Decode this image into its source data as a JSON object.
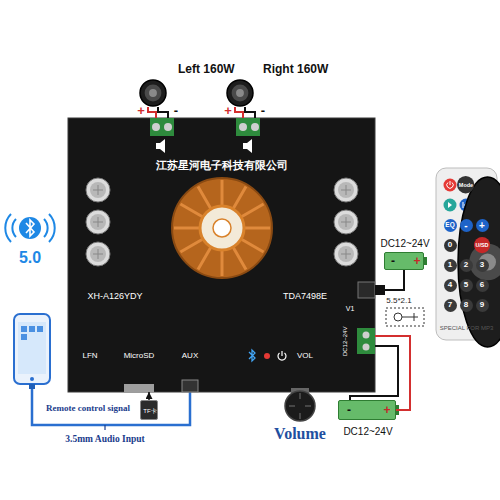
{
  "diagram": {
    "nodes": [
      {
        "text": [
          "Left 160W"
        ]
      },
      {
        "text": [
          "Right 160W"
        ]
      },
      {
        "text": [
          "江苏星河电子科技有限公司",
          "XH-A126YDY",
          "TDA7498E",
          "V1",
          "DC12~24V",
          "LFN",
          "MicroSD",
          "AUX",
          "VOL"
        ]
      },
      {
        "text": [
          "SPECIAL FOR MP3"
        ]
      },
      {
        "text": [
          "Mode"
        ],
        "in": 3
      },
      {
        "text": [
          "EQ"
        ],
        "in": 3
      },
      {
        "text": [
          "-"
        ],
        "in": 3
      },
      {
        "text": [
          "+"
        ],
        "in": 3
      },
      {
        "text": [
          "0"
        ],
        "in": 3
      },
      {
        "text": [
          "U/SD"
        ],
        "in": 3
      },
      {
        "text": [
          "1"
        ],
        "in": 3
      },
      {
        "text": [
          "2"
        ],
        "in": 3
      },
      {
        "text": [
          "3"
        ],
        "in": 3
      },
      {
        "text": [
          "4"
        ],
        "in": 3
      },
      {
        "text": [
          "5"
        ],
        "in": 3
      },
      {
        "text": [
          "6"
        ],
        "in": 3
      },
      {
        "text": [
          "7"
        ],
        "in": 3
      },
      {
        "text": [
          "8"
        ],
        "in": 3
      },
      {
        "text": [
          "9"
        ],
        "in": 3
      },
      {
        "text": [
          "DC12~24V",
          "-",
          "+"
        ]
      },
      {
        "text": [
          "TF卡"
        ]
      },
      {
        "text": [
          "-",
          "+",
          "DC12~24V"
        ]
      }
    ],
    "edges": [
      {
        "from": 0,
        "to": 2,
        "arrow": "none"
      },
      {
        "from": 0,
        "to": 2,
        "arrow": "none"
      },
      {
        "from": 1,
        "to": 2,
        "arrow": "none"
      },
      {
        "from": 1,
        "to": 2,
        "arrow": "none"
      },
      {
        "from": 19,
        "to": 2,
        "arrow": "none"
      },
      {
        "from": 21,
        "to": 2,
        "arrow": "none"
      },
      {
        "from": 21,
        "to": 2,
        "arrow": "none"
      },
      {
        "from": 20,
        "to": 2,
        "arrow": "to"
      }
    ],
    "labels": [
      "+",
      "-",
      "+",
      "-",
      "5.0",
      "5.5*2.1",
      "Remote control signal",
      "3.5mm Audio Input",
      "Volume"
    ]
  }
}
